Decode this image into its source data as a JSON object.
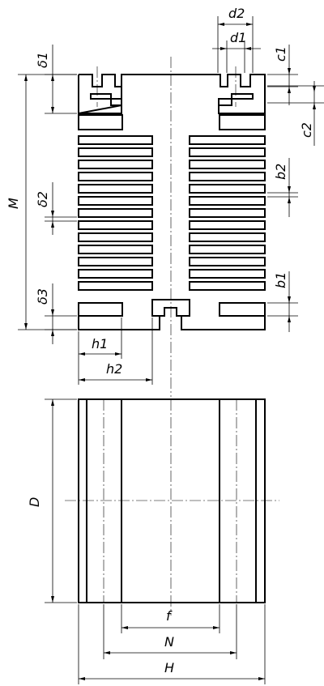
{
  "labels": {
    "d2": "d2",
    "d1": "d1",
    "c1": "c1",
    "c2": "c2",
    "delta1": "δ1",
    "delta2": "δ2",
    "delta3": "δ3",
    "M": "M",
    "b2": "b2",
    "b1": "b1",
    "h1": "h1",
    "h2": "h2",
    "D": "D",
    "f": "f",
    "N": "N",
    "H": "H"
  }
}
